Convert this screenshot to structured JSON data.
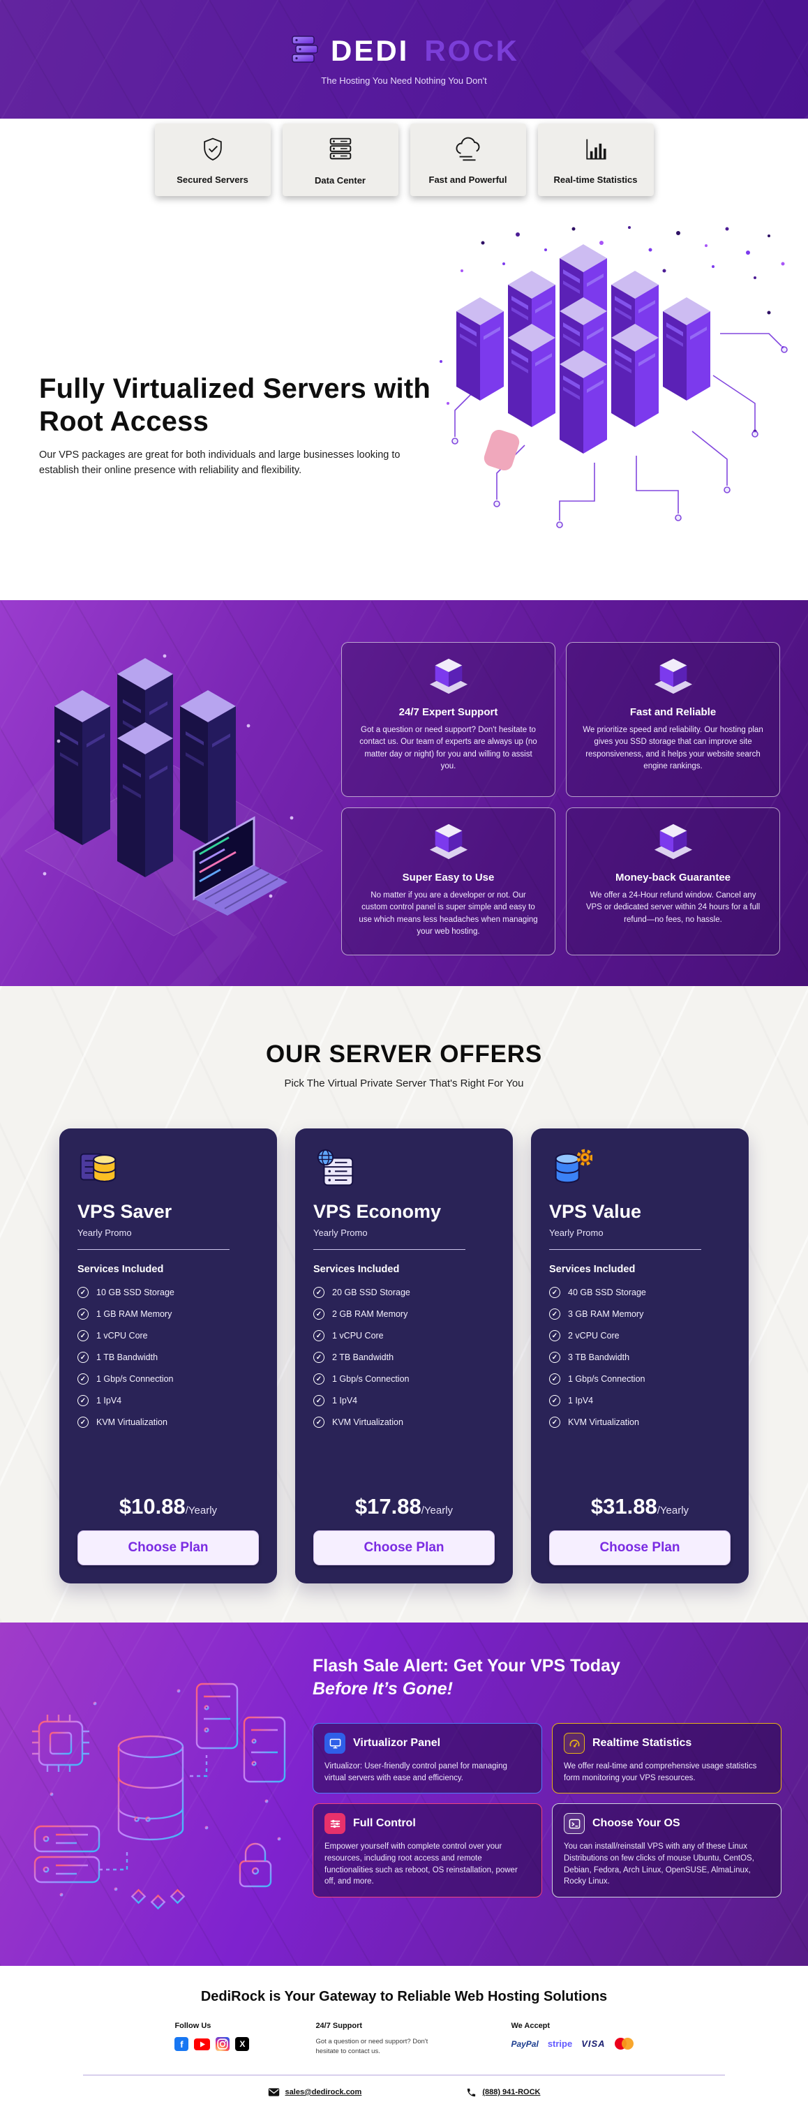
{
  "header": {
    "logo_part1": "DEDI",
    "logo_part2": "ROCK",
    "tagline": "The Hosting You Need Nothing You Don't"
  },
  "badges": [
    {
      "label": "Secured Servers",
      "icon": "shield-icon"
    },
    {
      "label": "Data Center",
      "icon": "server-stack-icon"
    },
    {
      "label": "Fast and Powerful",
      "icon": "cloud-icon"
    },
    {
      "label": "Real-time Statistics",
      "icon": "bar-chart-icon"
    }
  ],
  "hero": {
    "title": "Fully Virtualized Servers with Root Access",
    "description": "Our VPS packages are great for both individuals and large businesses looking to establish their online presence with reliability and flexibility."
  },
  "features": {
    "cards": [
      {
        "title": "24/7 Expert Support",
        "text": "Got a question or need support? Don't hesitate to contact us. Our team of experts are always up (no matter day or night) for you and willing to assist you."
      },
      {
        "title": "Fast and Reliable",
        "text": "We prioritize speed and reliability. Our hosting plan gives you SSD storage that can improve site responsiveness, and it helps your website search engine rankings."
      },
      {
        "title": "Super Easy to Use",
        "text": "No matter if you are a developer or not. Our custom control panel is super simple and easy to use which means less headaches when managing your web hosting."
      },
      {
        "title": "Money-back Guarantee",
        "text": "We offer a 24-Hour refund window. Cancel any VPS or dedicated server within 24 hours for a full refund—no fees, no hassle."
      }
    ]
  },
  "offers": {
    "title": "OUR SERVER OFFERS",
    "subtitle": "Pick The Virtual Private Server That's Right For You",
    "services_label": "Services Included",
    "button_label": "Choose Plan",
    "plans": [
      {
        "name": "VPS Saver",
        "promo": "Yearly Promo",
        "price": "$10.88",
        "period": "/Yearly",
        "features": [
          "10 GB SSD Storage",
          "1 GB RAM Memory",
          "1 vCPU Core",
          "1 TB Bandwidth",
          "1 Gbp/s Connection",
          "1 IpV4",
          "KVM Virtualization"
        ]
      },
      {
        "name": "VPS Economy",
        "promo": "Yearly Promo",
        "price": "$17.88",
        "period": "/Yearly",
        "features": [
          "20 GB SSD Storage",
          "2 GB RAM Memory",
          "1 vCPU Core",
          "2 TB Bandwidth",
          "1 Gbp/s Connection",
          "1 IpV4",
          "KVM Virtualization"
        ]
      },
      {
        "name": "VPS Value",
        "promo": "Yearly Promo",
        "price": "$31.88",
        "period": "/Yearly",
        "features": [
          "40 GB SSD Storage",
          "3 GB RAM Memory",
          "2 vCPU Core",
          "3 TB Bandwidth",
          "1 Gbp/s Connection",
          "1 IpV4",
          "KVM Virtualization"
        ]
      }
    ]
  },
  "flash": {
    "title_line1": "Flash Sale Alert: Get Your VPS Today",
    "title_line2": "Before It’s Gone!",
    "cards": [
      {
        "title": "Virtualizor Panel",
        "text": "Virtualizor: User-friendly control panel for managing virtual servers with ease and efficiency.",
        "accent": "#4f7df9"
      },
      {
        "title": "Realtime Statistics",
        "text": "We offer real-time and comprehensive usage statistics form monitoring your VPS resources.",
        "accent": "#e7b416"
      },
      {
        "title": "Full Control",
        "text": "Empower yourself with complete control over your resources, including root access and remote functionalities such as reboot, OS reinstallation, power off, and more.",
        "accent": "#f0437b"
      },
      {
        "title": "Choose Your OS",
        "text": "You can install/reinstall VPS with any of these Linux Distributions on few clicks of mouse Ubuntu, CentOS, Debian, Fedora, Arch Linux, OpenSUSE, AlmaLinux, Rocky Linux.",
        "accent": "#cfd4dc"
      }
    ]
  },
  "footer": {
    "title": "DediRock is Your Gateway to Reliable Web Hosting Solutions",
    "follow_label": "Follow Us",
    "support_label": "24/7 Support",
    "support_text": "Got a question or need support? Don't hesitate to contact us.",
    "accept_label": "We Accept",
    "payments": [
      "PayPal",
      "stripe",
      "VISA",
      "Mastercard"
    ],
    "email": "sales@dedirock.com",
    "phone": "(888) 941-ROCK"
  },
  "theme": {
    "header_purple": "#571a9c",
    "section_purple": "#7a26b4",
    "plan_card_navy": "#2a2357",
    "button_bg": "#f6efff",
    "button_text": "#7a2be2",
    "flash_accents": [
      "#4f7df9",
      "#e7b416",
      "#f0437b",
      "#cfd4dc"
    ]
  }
}
